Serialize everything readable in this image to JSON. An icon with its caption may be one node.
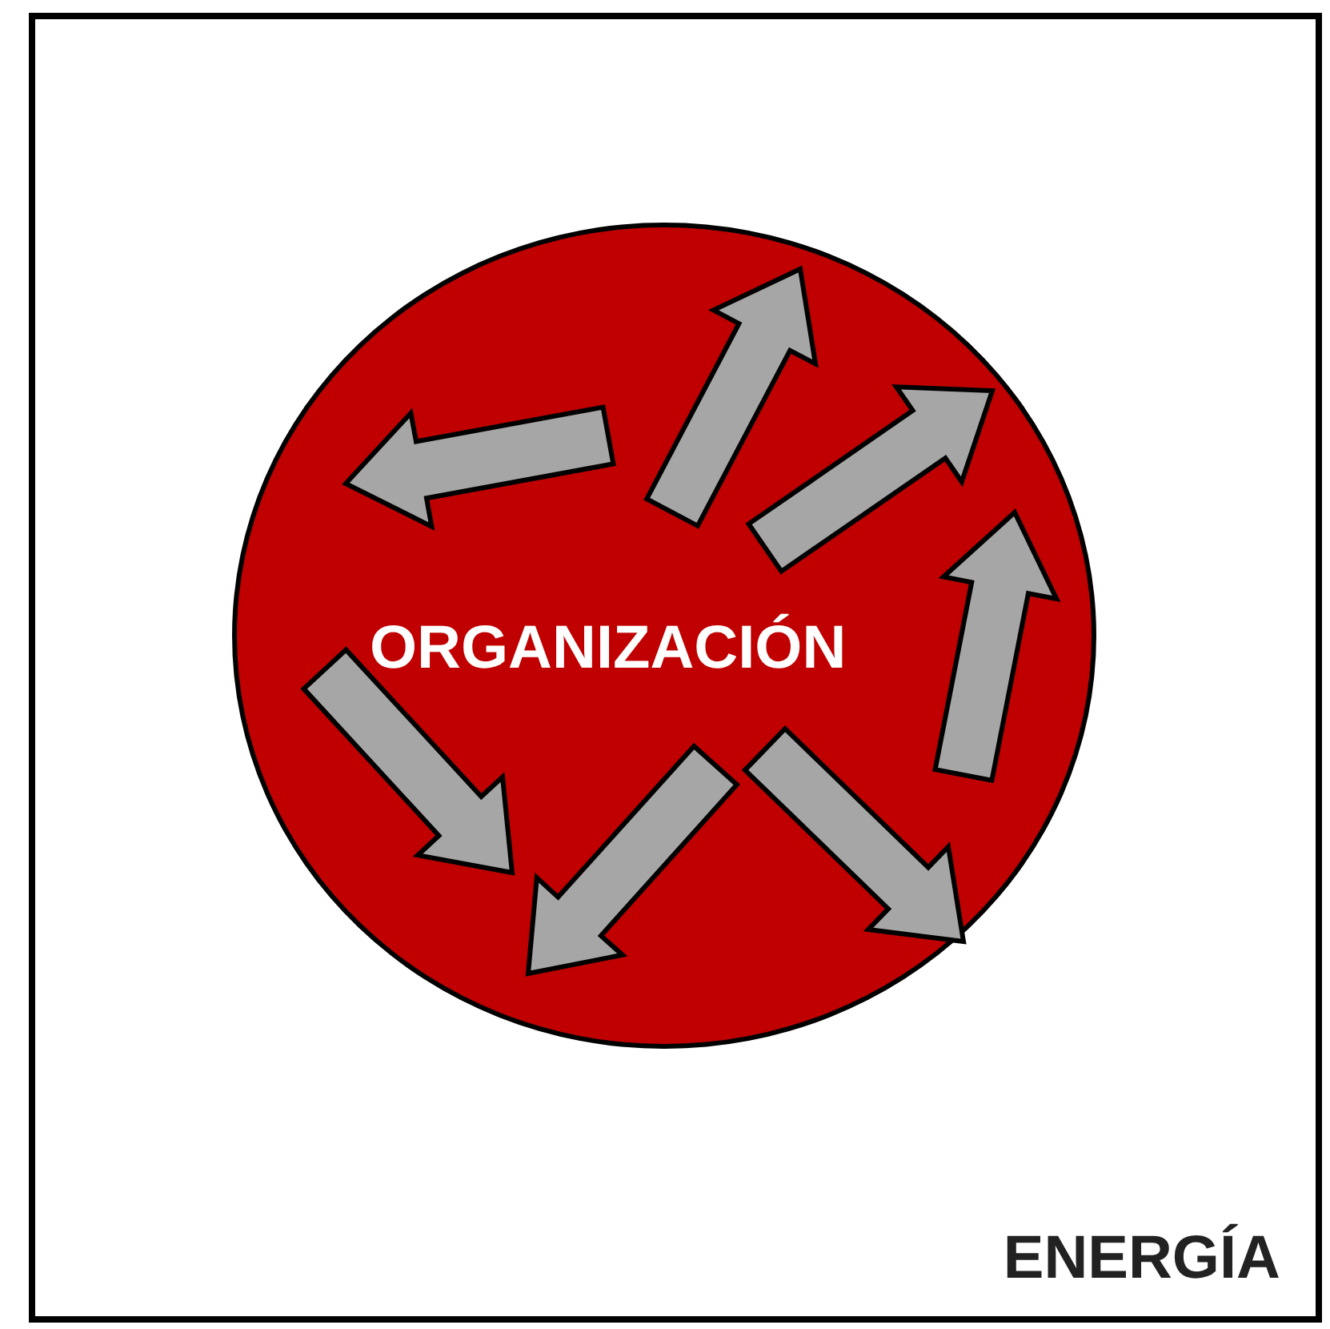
{
  "diagram": {
    "nodes": [
      {
        "text": [
          "ENERGÍA"
        ]
      },
      {
        "text": [
          "ORGANIZACIÓN"
        ],
        "in": 0
      }
    ]
  }
}
